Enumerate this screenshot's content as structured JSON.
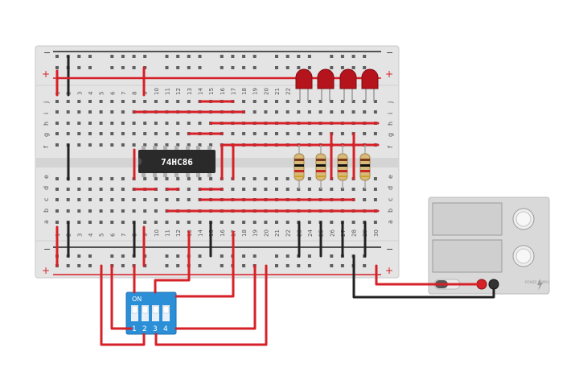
{
  "breadboard": {
    "rail_plus_symbol": "+",
    "rail_minus_symbol": "−",
    "row_letters_top": [
      "j",
      "i",
      "h",
      "g",
      "f"
    ],
    "row_letters_bottom": [
      "e",
      "d",
      "c",
      "b",
      "a"
    ],
    "column_numbers_top": [
      "1",
      "2",
      "3",
      "4",
      "5",
      "6",
      "7",
      "8",
      "9",
      "10",
      "11",
      "12",
      "13",
      "14",
      "15",
      "16",
      "17",
      "18",
      "19",
      "20",
      "21",
      "22"
    ],
    "column_numbers_bottom": [
      "1",
      "2",
      "3",
      "4",
      "5",
      "6",
      "7",
      "8",
      "9",
      "10",
      "11",
      "12",
      "13",
      "14",
      "15",
      "16",
      "17",
      "18",
      "19",
      "20",
      "21",
      "22",
      "23",
      "24",
      "25",
      "26",
      "27",
      "28",
      "29",
      "30"
    ]
  },
  "chip": {
    "label": "74HC86"
  },
  "dip_switch": {
    "on_label": "ON",
    "position_labels": [
      "1",
      "2",
      "3",
      "4"
    ]
  },
  "power_supply": {
    "brand_label": "POWER SUPPLY"
  },
  "colors": {
    "wire_red": "#d62128",
    "wire_black": "#222222",
    "breadboard": "#e3e3e3",
    "dip_body": "#2b8fd8",
    "led_red": "#b5141c",
    "psu_body": "#d9d9d9"
  }
}
